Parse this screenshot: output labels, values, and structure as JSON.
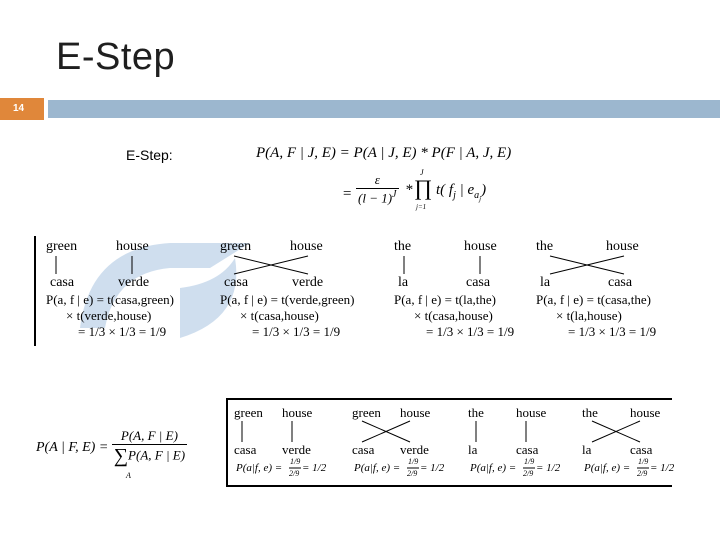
{
  "slide": {
    "title": "E-Step",
    "number": "14",
    "estep_label": "E-Step:"
  },
  "colors": {
    "accent_orange": "#e0873a",
    "bar_blue": "#9cb7cf"
  },
  "formula_top": {
    "line1": "P(A, F | J, E) = P(A | J, E) * P(F | A, J, E)",
    "eq_sign": "=",
    "frac_num": "ε",
    "frac_den": "(l − 1)",
    "den_exp": "J",
    "times": "*",
    "product": "∏",
    "prod_top": "J",
    "prod_bottom": "j=1",
    "term": "t( f",
    "term_sub": "j",
    "term_mid": " | e",
    "term_sub2": "a",
    "term_sub3": "j",
    "term_close": ")"
  },
  "alignments": [
    {
      "e1": "green",
      "e2": "house",
      "f1": "casa",
      "f2": "verde",
      "p": "P(a, f | e) = t(casa,green)",
      "p2": "× t(verde,house)",
      "r": "= 1/3 × 1/3 = 1/9"
    },
    {
      "e1": "green",
      "e2": "house",
      "f1": "casa",
      "f2": "verde",
      "p": "P(a, f | e) = t(verde,green)",
      "p2": "× t(casa,house)",
      "r": "= 1/3 × 1/3 = 1/9"
    },
    {
      "e1": "the",
      "e2": "house",
      "f1": "la",
      "f2": "casa",
      "p": "P(a, f | e) = t(la,the)",
      "p2": "× t(casa,house)",
      "r": "= 1/3 × 1/3 = 1/9"
    },
    {
      "e1": "the",
      "e2": "house",
      "f1": "la",
      "f2": "casa",
      "p": "P(a, f | e) = t(casa,the)",
      "p2": "× t(la,house)",
      "r": "= 1/3 × 1/3 = 1/9"
    }
  ],
  "normalized": [
    {
      "e1": "green",
      "e2": "house",
      "f1": "casa",
      "f2": "verde",
      "p": "P(a|f, e) =",
      "num": "1/9",
      "den": "2/9",
      "r": "= 1/2"
    },
    {
      "e1": "green",
      "e2": "house",
      "f1": "casa",
      "f2": "verde",
      "p": "P(a|f, e) =",
      "num": "1/9",
      "den": "2/9",
      "r": "= 1/2"
    },
    {
      "e1": "the",
      "e2": "house",
      "f1": "la",
      "f2": "casa",
      "p": "P(a|f, e) =",
      "num": "1/9",
      "den": "2/9",
      "r": "= 1/2"
    },
    {
      "e1": "the",
      "e2": "house",
      "f1": "la",
      "f2": "casa",
      "p": "P(a|f, e) =",
      "num": "1/9",
      "den": "2/9",
      "r": "= 1/2"
    }
  ],
  "formula_bottom": {
    "lhs": "P(A | F, E) =",
    "num": "P(A, F | E)",
    "sum": "∑",
    "sum_sub": "A",
    "den": "P(A, F | E)"
  }
}
